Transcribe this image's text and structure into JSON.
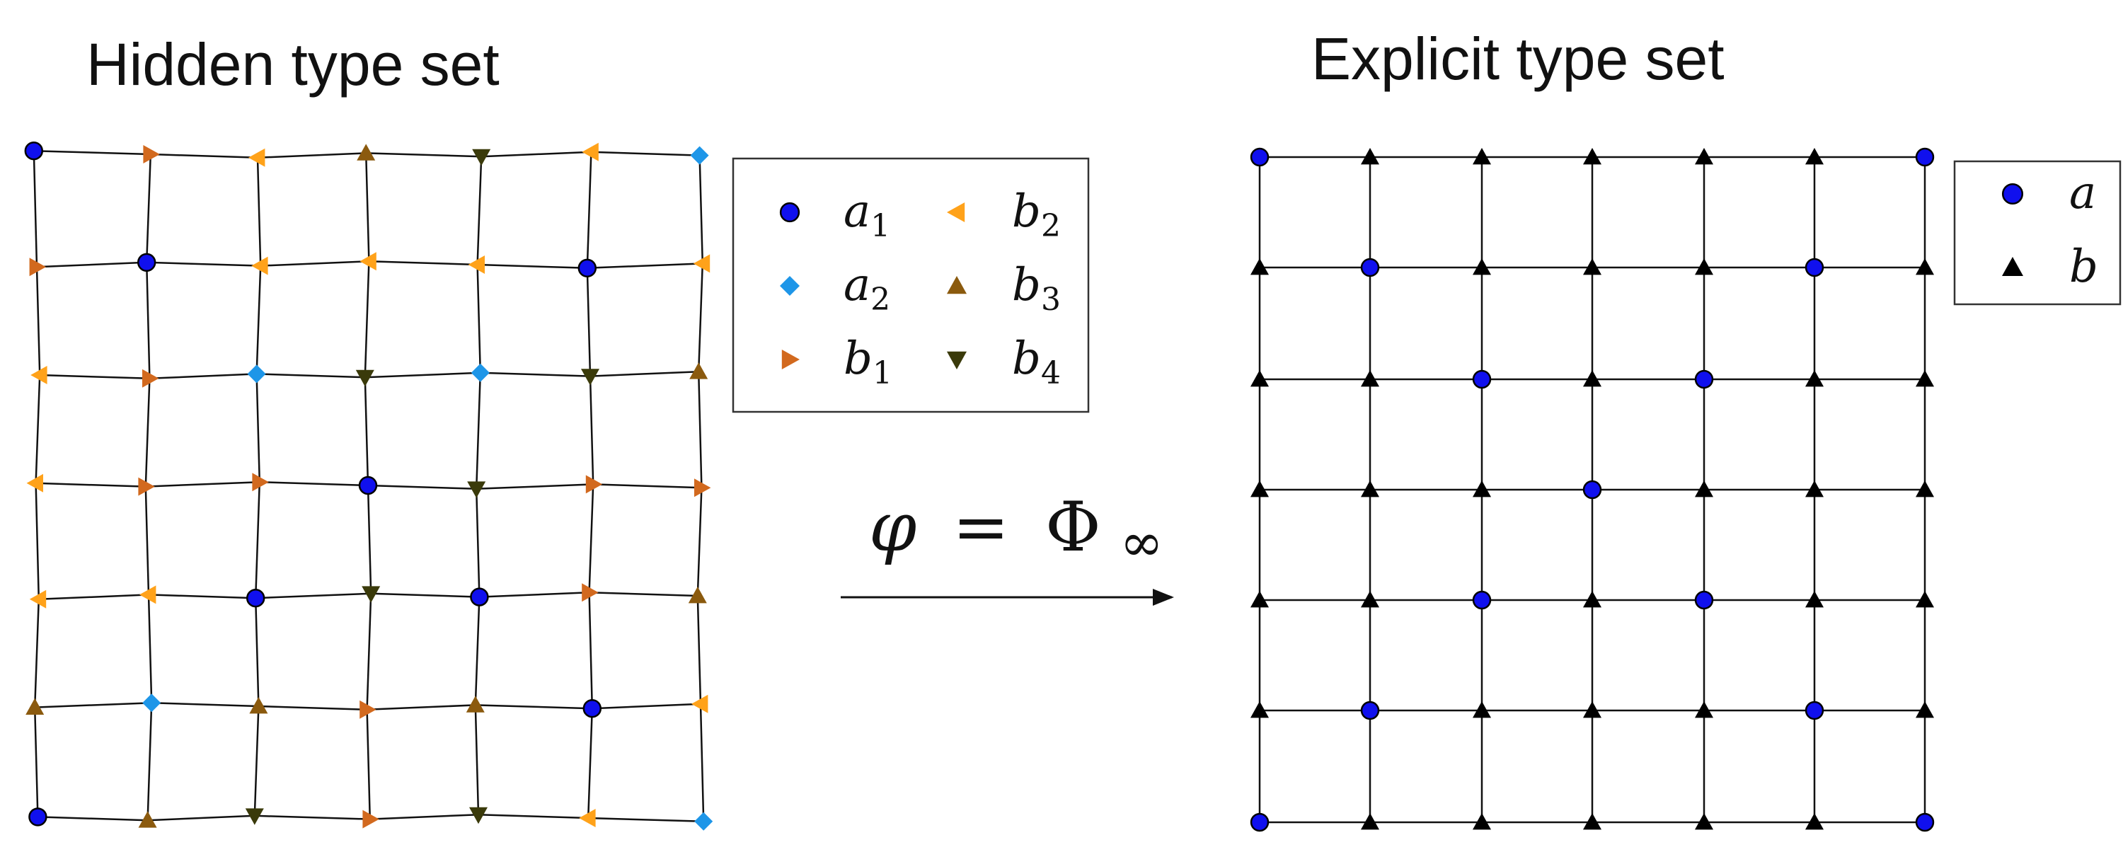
{
  "left_panel": {
    "title": "Hidden type set",
    "legend": [
      {
        "base": "a",
        "sub": "1",
        "icon": "circle-icon",
        "color": "#1010ee"
      },
      {
        "base": "a",
        "sub": "2",
        "icon": "diamond-icon",
        "color": "#1e96e8"
      },
      {
        "base": "b",
        "sub": "1",
        "icon": "triangle-right-icon",
        "color": "#d2691e"
      },
      {
        "base": "b",
        "sub": "2",
        "icon": "triangle-left-icon",
        "color": "#ffa21a"
      },
      {
        "base": "b",
        "sub": "3",
        "icon": "triangle-up-icon",
        "color": "#8b5a0e"
      },
      {
        "base": "b",
        "sub": "4",
        "icon": "triangle-down-icon",
        "color": "#3a3a0a"
      }
    ],
    "grid": [
      [
        "a1",
        "b1",
        "b2",
        "b3",
        "b4",
        "b2",
        "a2"
      ],
      [
        "b1",
        "a1",
        "b2",
        "b2",
        "b2",
        "a1",
        "b2"
      ],
      [
        "b2",
        "b1",
        "a2",
        "b4",
        "a2",
        "b4",
        "b3"
      ],
      [
        "b2",
        "b1",
        "b1",
        "a1",
        "b4",
        "b1",
        "b1"
      ],
      [
        "b2",
        "b2",
        "a1",
        "b4",
        "a1",
        "b1",
        "b3"
      ],
      [
        "b3",
        "a2",
        "b3",
        "b1",
        "b3",
        "a1",
        "b2"
      ],
      [
        "a1",
        "b3",
        "b4",
        "b1",
        "b4",
        "b2",
        "a2"
      ]
    ]
  },
  "right_panel": {
    "title": "Explicit type set",
    "legend": [
      {
        "label": "a",
        "icon": "circle-icon",
        "color": "#1010ee"
      },
      {
        "label": "b",
        "icon": "triangle-up-icon",
        "color": "#000000"
      }
    ],
    "grid": [
      [
        "a",
        "b",
        "b",
        "b",
        "b",
        "b",
        "a"
      ],
      [
        "b",
        "a",
        "b",
        "b",
        "b",
        "a",
        "b"
      ],
      [
        "b",
        "b",
        "a",
        "b",
        "a",
        "b",
        "b"
      ],
      [
        "b",
        "b",
        "b",
        "a",
        "b",
        "b",
        "b"
      ],
      [
        "b",
        "b",
        "a",
        "b",
        "a",
        "b",
        "b"
      ],
      [
        "b",
        "a",
        "b",
        "b",
        "b",
        "a",
        "b"
      ],
      [
        "a",
        "b",
        "b",
        "b",
        "b",
        "b",
        "a"
      ]
    ]
  },
  "mapping": {
    "lhs": "φ",
    "op": "=",
    "rhs": "Φ",
    "rhs_sub": "∞"
  }
}
